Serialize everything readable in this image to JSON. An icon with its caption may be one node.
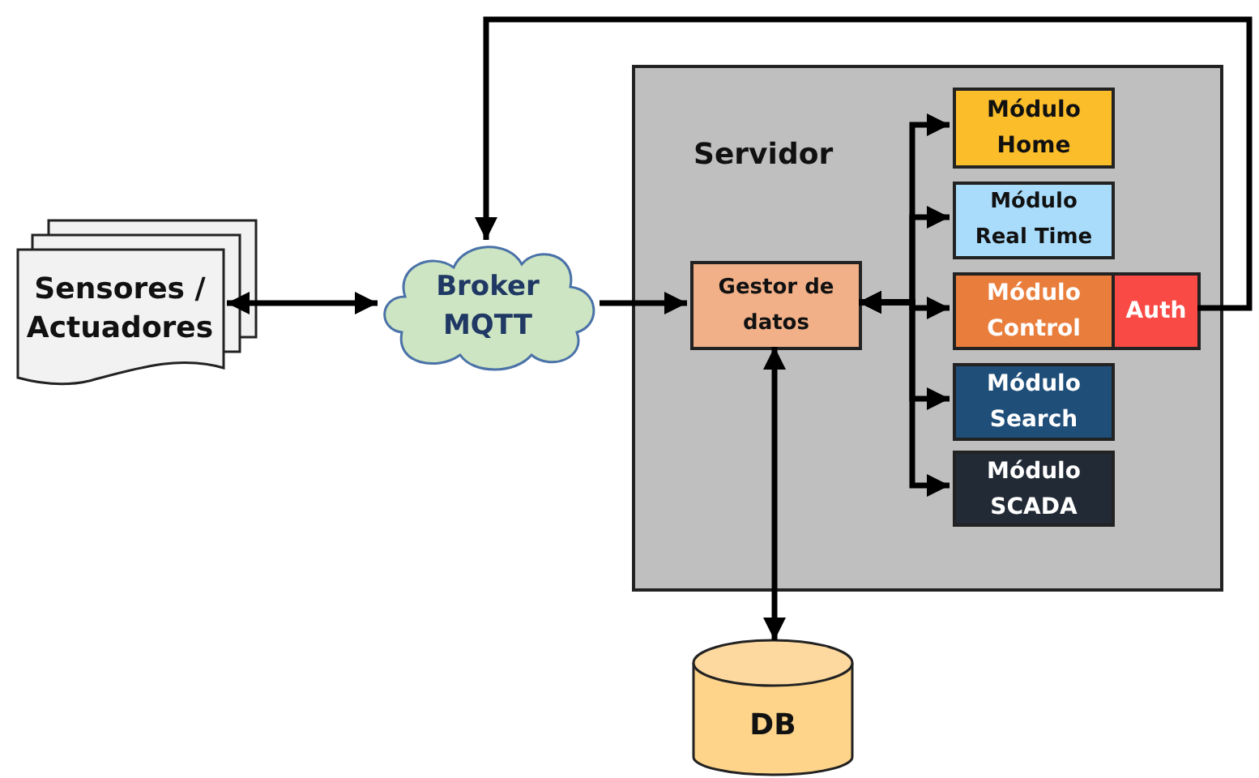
{
  "diagram": {
    "nodes": [
      {
        "text": [
          "Sensores / Actuadores"
        ]
      },
      {
        "text": [
          "Broker MQTT"
        ]
      },
      {
        "text": [
          "Servidor"
        ]
      },
      {
        "text": [
          "Gestor de datos"
        ],
        "in": 2
      },
      {
        "text": [
          "Módulo Home"
        ],
        "in": 2
      },
      {
        "text": [
          "Módulo Real Time"
        ],
        "in": 2
      },
      {
        "text": [
          "Módulo Control"
        ],
        "in": 2
      },
      {
        "text": [
          "Auth"
        ],
        "in": 2
      },
      {
        "text": [
          "Módulo Search"
        ],
        "in": 2
      },
      {
        "text": [
          "Módulo SCADA"
        ],
        "in": 2
      },
      {
        "text": [
          "DB"
        ]
      }
    ],
    "edges": [
      {
        "from": 0,
        "to": 1,
        "arrow": "both"
      },
      {
        "from": 1,
        "to": 3,
        "arrow": "to"
      },
      {
        "from": 3,
        "to": 4,
        "arrow": "both"
      },
      {
        "from": 3,
        "to": 5,
        "arrow": "both"
      },
      {
        "from": 3,
        "to": 6,
        "arrow": "both"
      },
      {
        "from": 3,
        "to": 8,
        "arrow": "both"
      },
      {
        "from": 3,
        "to": 9,
        "arrow": "both"
      },
      {
        "from": 3,
        "to": 10,
        "arrow": "both"
      },
      {
        "from": 7,
        "to": 1,
        "arrow": "to"
      }
    ]
  }
}
